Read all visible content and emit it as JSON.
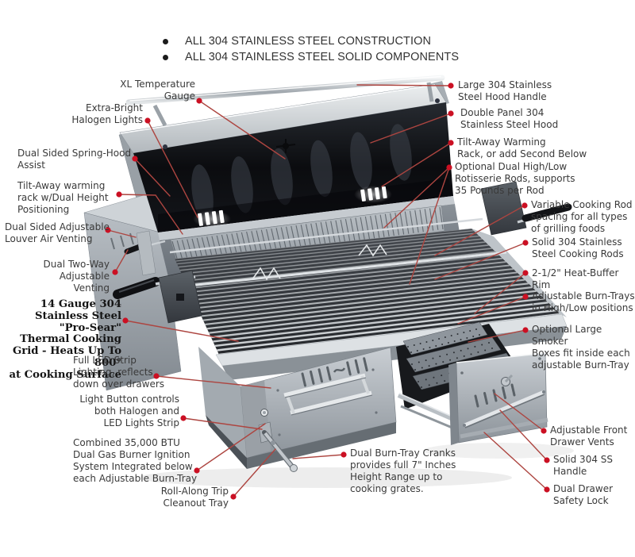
{
  "header": {
    "bullets": [
      "ALL 304 STAINLESS STEEL CONSTRUCTION",
      "ALL 304 STAINLESS STEEL SOLID COMPONENTS"
    ]
  },
  "illustration": {
    "name": "open-stainless-steel-gas-grill-3d-render"
  },
  "colors": {
    "background": "#ffffff",
    "leader_line": "#ad4540",
    "callout_dot": "#cb1023",
    "label_text": "#3a3a3a",
    "header_text": "#333333"
  },
  "callouts": [
    {
      "id": "xl-temperature-gauge",
      "text": "XL Temperature\nGauge"
    },
    {
      "id": "extra-bright-halogen-lights",
      "text": "Extra-Bright\nHalogen Lights"
    },
    {
      "id": "dual-sided-spring-hood-assist",
      "text": "Dual Sided Spring-Hood\nAssist"
    },
    {
      "id": "tilt-away-warming-rack-positioning",
      "text": "Tilt-Away warming\nrack w/Dual Height\nPositioning"
    },
    {
      "id": "dual-sided-adjustable-louver-air-venting",
      "text": "Dual Sided Adjustable\nLouver Air Venting"
    },
    {
      "id": "dual-two-way-adjustable-venting",
      "text": "Dual Two-Way\nAdjustable Venting"
    },
    {
      "id": "pro-sear-thermal-cooking-grid",
      "text": "14 Gauge 304 Stainless Steel\n\"Pro-Sear\" Thermal Cooking\nGrid - Heats Up To 800°\nat Cooking Surface"
    },
    {
      "id": "full-led-strip-lighting",
      "text": "Full LED Strip\nLighting, reflects\ndown over drawers"
    },
    {
      "id": "light-button-controls",
      "text": "Light Button controls\nboth Halogen and\nLED Lights Strip"
    },
    {
      "id": "combined-btu-ignition",
      "text": "Combined 35,000 BTU\nDual Gas Burner Ignition\nSystem Integrated below\neach Adjustable Burn-Tray"
    },
    {
      "id": "roll-along-trip-cleanout-tray",
      "text": "Roll-Along Trip\nCleanout Tray"
    },
    {
      "id": "large-hood-handle",
      "text": "Large 304 Stainless\nSteel Hood Handle"
    },
    {
      "id": "double-panel-hood",
      "text": "Double Panel 304\nStainless Steel Hood"
    },
    {
      "id": "tilt-away-warming-rack-second",
      "text": "Tilt-Away Warming\nRack, or add Second Below"
    },
    {
      "id": "optional-rotisserie-rods",
      "text": "Optional Dual High/Low\nRotisserie Rods, supports\n35 Pounds per Rod"
    },
    {
      "id": "variable-cooking-rod-spacing",
      "text": "Variable Cooking Rod\nspacing for all types\nof grilling foods"
    },
    {
      "id": "solid-cooking-rods",
      "text": "Solid 304 Stainless\nSteel Cooking Rods"
    },
    {
      "id": "heat-buffer-rim",
      "text": "2-1/2\" Heat-Buffer Rim"
    },
    {
      "id": "adjustable-burn-trays",
      "text": "Adjustable Burn-Trays\nin High/Low positions"
    },
    {
      "id": "optional-smoker-boxes",
      "text": "Optional Large Smoker\nBoxes fit inside each\nadjustable Burn-Tray"
    },
    {
      "id": "adjustable-front-drawer-vents",
      "text": "Adjustable Front\nDrawer Vents"
    },
    {
      "id": "solid-ss-handle",
      "text": "Solid 304 SS\nHandle"
    },
    {
      "id": "dual-drawer-safety-lock",
      "text": "Dual Drawer\nSafety Lock"
    },
    {
      "id": "dual-burn-tray-cranks",
      "text": "Dual Burn-Tray Cranks\nprovides full 7\" Inches\nHeight Range up to\ncooking grates."
    }
  ]
}
